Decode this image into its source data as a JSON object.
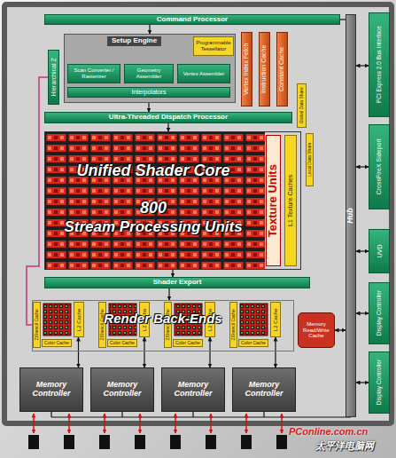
{
  "diagram": {
    "nodes": [
      {
        "text": [
          "Command Processor"
        ]
      },
      {
        "text": [
          "Hierarchical Z"
        ]
      },
      {
        "text": [
          "Setup Engine"
        ]
      },
      {
        "text": [
          "Programmable Tessellator"
        ],
        "in": 2
      },
      {
        "text": [
          "Scan Converter / Rasterizer"
        ],
        "in": 2
      },
      {
        "text": [
          "Geometry Assembler"
        ],
        "in": 2
      },
      {
        "text": [
          "Vertex Assembler"
        ],
        "in": 2
      },
      {
        "text": [
          "Interpolators"
        ],
        "in": 2
      },
      {
        "text": [
          "Vertex Index Fetch"
        ]
      },
      {
        "text": [
          "Instruction Cache"
        ]
      },
      {
        "text": [
          "Constant Cache"
        ]
      },
      {
        "text": [
          "Ultra-Threaded Dispatch Processor"
        ]
      },
      {
        "text": [
          "Global Data Share"
        ]
      },
      {
        "text": [
          "Unified Shader Core",
          "800",
          "Stream Processing Units"
        ]
      },
      {
        "text": [
          "Texture Units"
        ],
        "in": 13
      },
      {
        "text": [
          "L1 Texture Caches"
        ],
        "in": 13
      },
      {
        "text": [
          "Local Data Share"
        ]
      },
      {
        "text": [
          "Shader Export"
        ]
      },
      {
        "text": [
          "Render Back-Ends"
        ]
      },
      {
        "text": [
          "Z/Stencil Cache"
        ],
        "in": 18
      },
      {
        "text": [
          "L2 Cache"
        ],
        "in": 18
      },
      {
        "text": [
          "Color Cache"
        ],
        "in": 18
      },
      {
        "text": [
          "Z/Stencil Cache"
        ],
        "in": 18
      },
      {
        "text": [
          "L2 Cache"
        ],
        "in": 18
      },
      {
        "text": [
          "Color Cache"
        ],
        "in": 18
      },
      {
        "text": [
          "Z/Stencil Cache"
        ],
        "in": 18
      },
      {
        "text": [
          "L2 Cache"
        ],
        "in": 18
      },
      {
        "text": [
          "Color Cache"
        ],
        "in": 18
      },
      {
        "text": [
          "Z/Stencil Cache"
        ],
        "in": 18
      },
      {
        "text": [
          "L2 Cache"
        ],
        "in": 18
      },
      {
        "text": [
          "Color Cache"
        ],
        "in": 18
      },
      {
        "text": [
          "Memory Read/Write Cache"
        ]
      },
      {
        "text": [
          "Memory Controller"
        ]
      },
      {
        "text": [
          "Memory Controller"
        ]
      },
      {
        "text": [
          "Memory Controller"
        ]
      },
      {
        "text": [
          "Memory Controller"
        ]
      },
      {
        "text": [
          "Hub"
        ]
      },
      {
        "text": [
          "PCI Express 2.0 Bus Interface"
        ]
      },
      {
        "text": [
          "CrossFireX Sideport"
        ]
      },
      {
        "text": [
          "UVD"
        ]
      },
      {
        "text": [
          "Display Controller"
        ]
      },
      {
        "text": [
          "Display Controller"
        ]
      }
    ],
    "edges": [
      {
        "from": 0,
        "to": 2,
        "arrow": "to"
      },
      {
        "from": 7,
        "to": 11,
        "arrow": "to"
      },
      {
        "from": 11,
        "to": 13,
        "arrow": "to"
      },
      {
        "from": 13,
        "to": 17,
        "arrow": "to"
      },
      {
        "from": 17,
        "to": 18,
        "arrow": "to"
      },
      {
        "from": 20,
        "to": 32,
        "arrow": "both"
      },
      {
        "from": 23,
        "to": 33,
        "arrow": "both"
      },
      {
        "from": 26,
        "to": 34,
        "arrow": "both"
      },
      {
        "from": 29,
        "to": 35,
        "arrow": "both"
      },
      {
        "from": 31,
        "to": 36,
        "arrow": "both"
      },
      {
        "from": 36,
        "to": 37,
        "arrow": "both"
      },
      {
        "from": 36,
        "to": 38,
        "arrow": "both"
      },
      {
        "from": 36,
        "to": 39,
        "arrow": "both"
      },
      {
        "from": 36,
        "to": 40,
        "arrow": "both"
      },
      {
        "from": 36,
        "to": 41,
        "arrow": "both"
      }
    ],
    "labels": [
      "PConline.com.cn",
      "太平洋电脑网"
    ]
  }
}
